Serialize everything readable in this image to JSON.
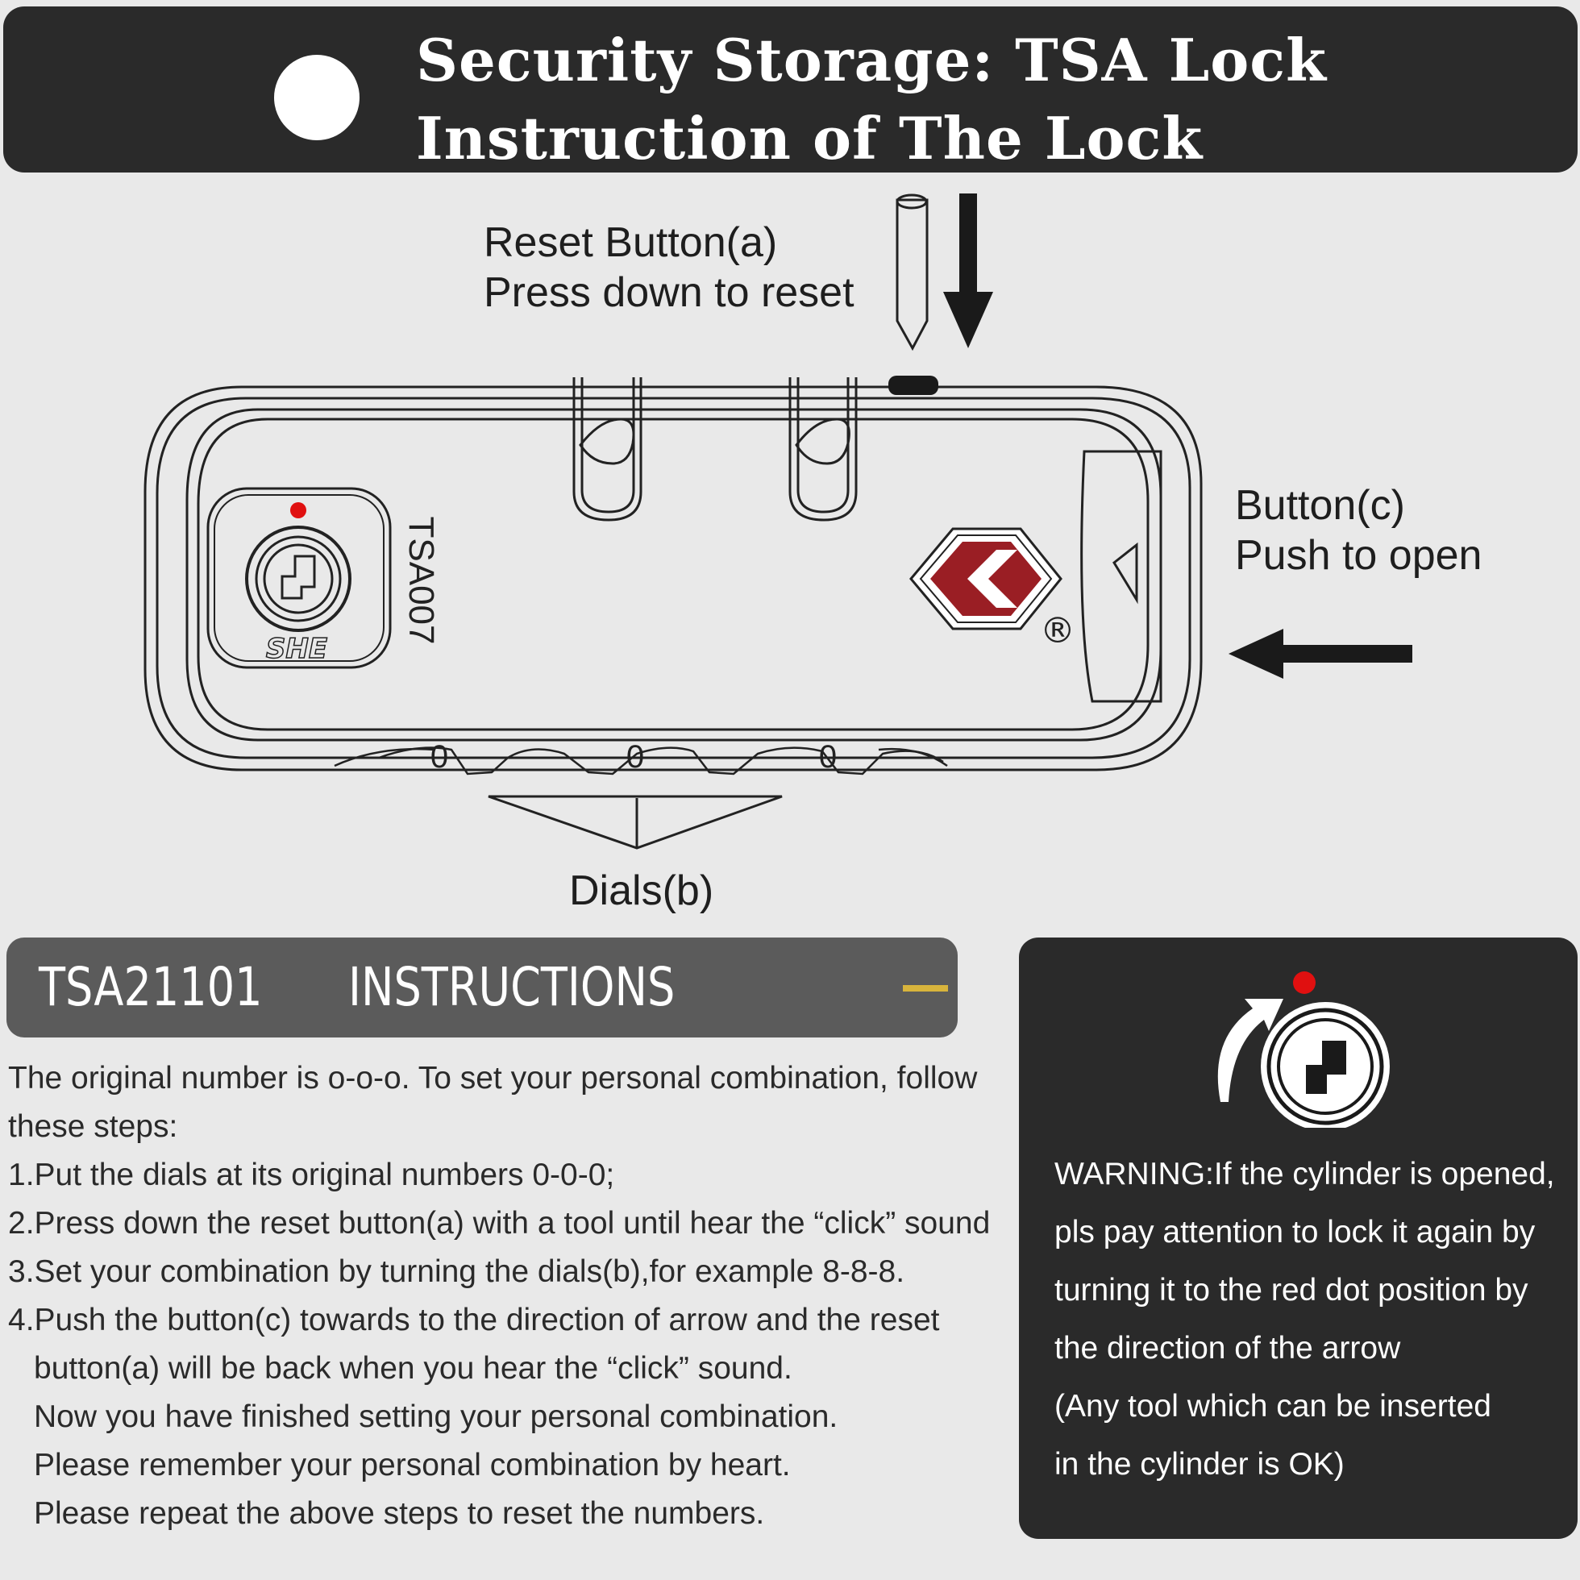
{
  "banner": {
    "title_line1": "Security Storage: TSA Lock",
    "title_line2": "Instruction of The Lock"
  },
  "diagram": {
    "reset_button": {
      "name": "Reset Button(a)",
      "action": "Press down to reset"
    },
    "open_button": {
      "name": "Button(c)",
      "action": "Push to open"
    },
    "dials_label": "Dials(b)",
    "dial_values": [
      "0",
      "0",
      "0"
    ],
    "model_mark": "TSA007",
    "brand_mark": "SHE",
    "registered_mark": "®",
    "colors": {
      "tsa_logo": "#9a1e24",
      "red_dot": "#e01010"
    }
  },
  "instructions": {
    "model": "TSA21101",
    "heading": "INSTRUCTIONS",
    "intro_line1": "The original number is o-o-o. To set your personal combination, follow",
    "intro_line2": "these steps:",
    "step1": "1.Put the dials at its original numbers 0-0-0;",
    "step2": "2.Press down the reset button(a) with a tool until hear the “click” sound",
    "step3": "3.Set your combination by turning the dials(b),for example 8-8-8.",
    "step4_line1": "4.Push the button(c) towards to the direction of arrow and the reset",
    "step4_line2": "button(a) will be back when you hear the “click” sound.",
    "note1": "Now you have finished setting your personal combination.",
    "note2": "Please remember your personal combination by heart.",
    "note3": "Please repeat the above steps to reset the numbers."
  },
  "warning": {
    "line1": "WARNING:If the cylinder is opened,",
    "line2": "pls pay attention to lock it again by",
    "line3": "turning it to the red dot position by",
    "line4": "the direction of the arrow",
    "line5": "(Any tool which can be inserted",
    "line6": "in the cylinder is OK)"
  }
}
